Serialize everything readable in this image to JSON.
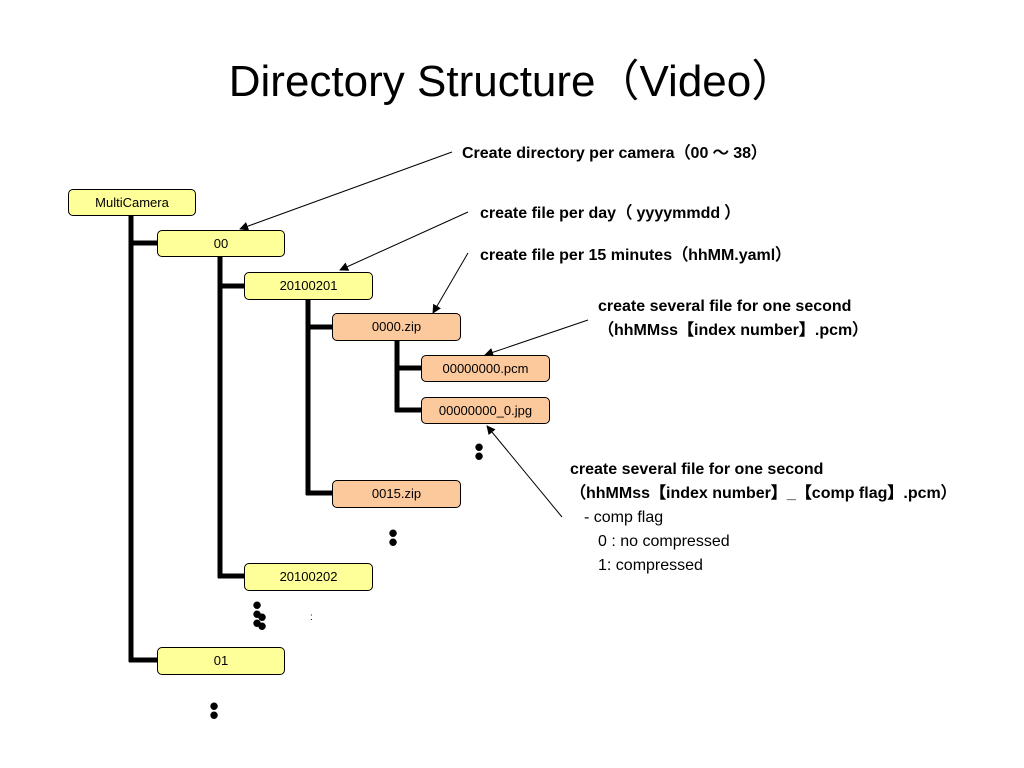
{
  "slide": {
    "title": "Directory Structure（Video）"
  },
  "colors": {
    "directory_fill": "#ffff99",
    "file_fill": "#fcc99c",
    "line": "#000000"
  },
  "tree": {
    "root": "MultiCamera",
    "camera_00": "00",
    "day_20100201": "20100201",
    "zip_0000": "0000.zip",
    "pcm_file": "00000000.pcm",
    "jpg_file": "00000000_0.jpg",
    "zip_0015": "0015.zip",
    "day_20100202": "20100202",
    "camera_01": "01",
    "small_colon": ":"
  },
  "annotations": {
    "per_camera": "Create directory per camera（00 ～ 38）",
    "per_day": "create file per day（ yyyymmdd ）",
    "per_15min": "create file per 15 minutes（hhMM.yaml）",
    "pcm_note": {
      "line1": "create several file for one second",
      "line2": "（hhMMss【index number】.pcm）"
    },
    "jpg_note": {
      "line1": "create several file for one second",
      "line2": "（hhMMss【index number】_【comp flag】.pcm）",
      "line3": "- comp flag",
      "line4": "0 : no compressed",
      "line5": "1: compressed"
    }
  }
}
